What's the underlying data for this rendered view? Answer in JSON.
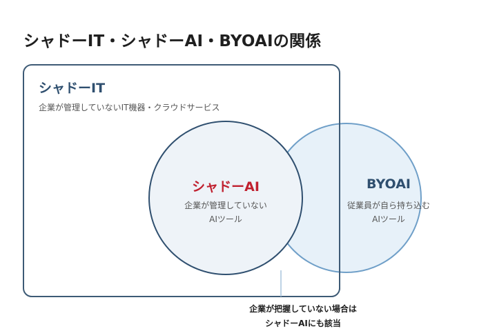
{
  "title": "シャドーIT・シャドーAI・BYOAIの関係",
  "shadow_it": {
    "heading": "シャドーIT",
    "description": "企業が管理していないIT機器・クラウドサービス"
  },
  "shadow_ai": {
    "heading": "シャドーAI",
    "description_lines": [
      "企業が管理していない",
      "AIツール"
    ]
  },
  "byoai": {
    "heading": "BYOAI",
    "description_lines": [
      "従業員が自ら持ち込む",
      "AIツール"
    ]
  },
  "note_lines": [
    "企業が把握していない場合は",
    "シャドーAIにも該当"
  ],
  "colors": {
    "it_border": "#3d5a75",
    "ai_border": "#2f4f6f",
    "ai_fill": "#eef3f8",
    "byo_border": "#6f9fc8",
    "byo_fill": "#e3eef8",
    "shadow_ai_text": "#c0202f",
    "heading_text": "#2f4f6f"
  }
}
